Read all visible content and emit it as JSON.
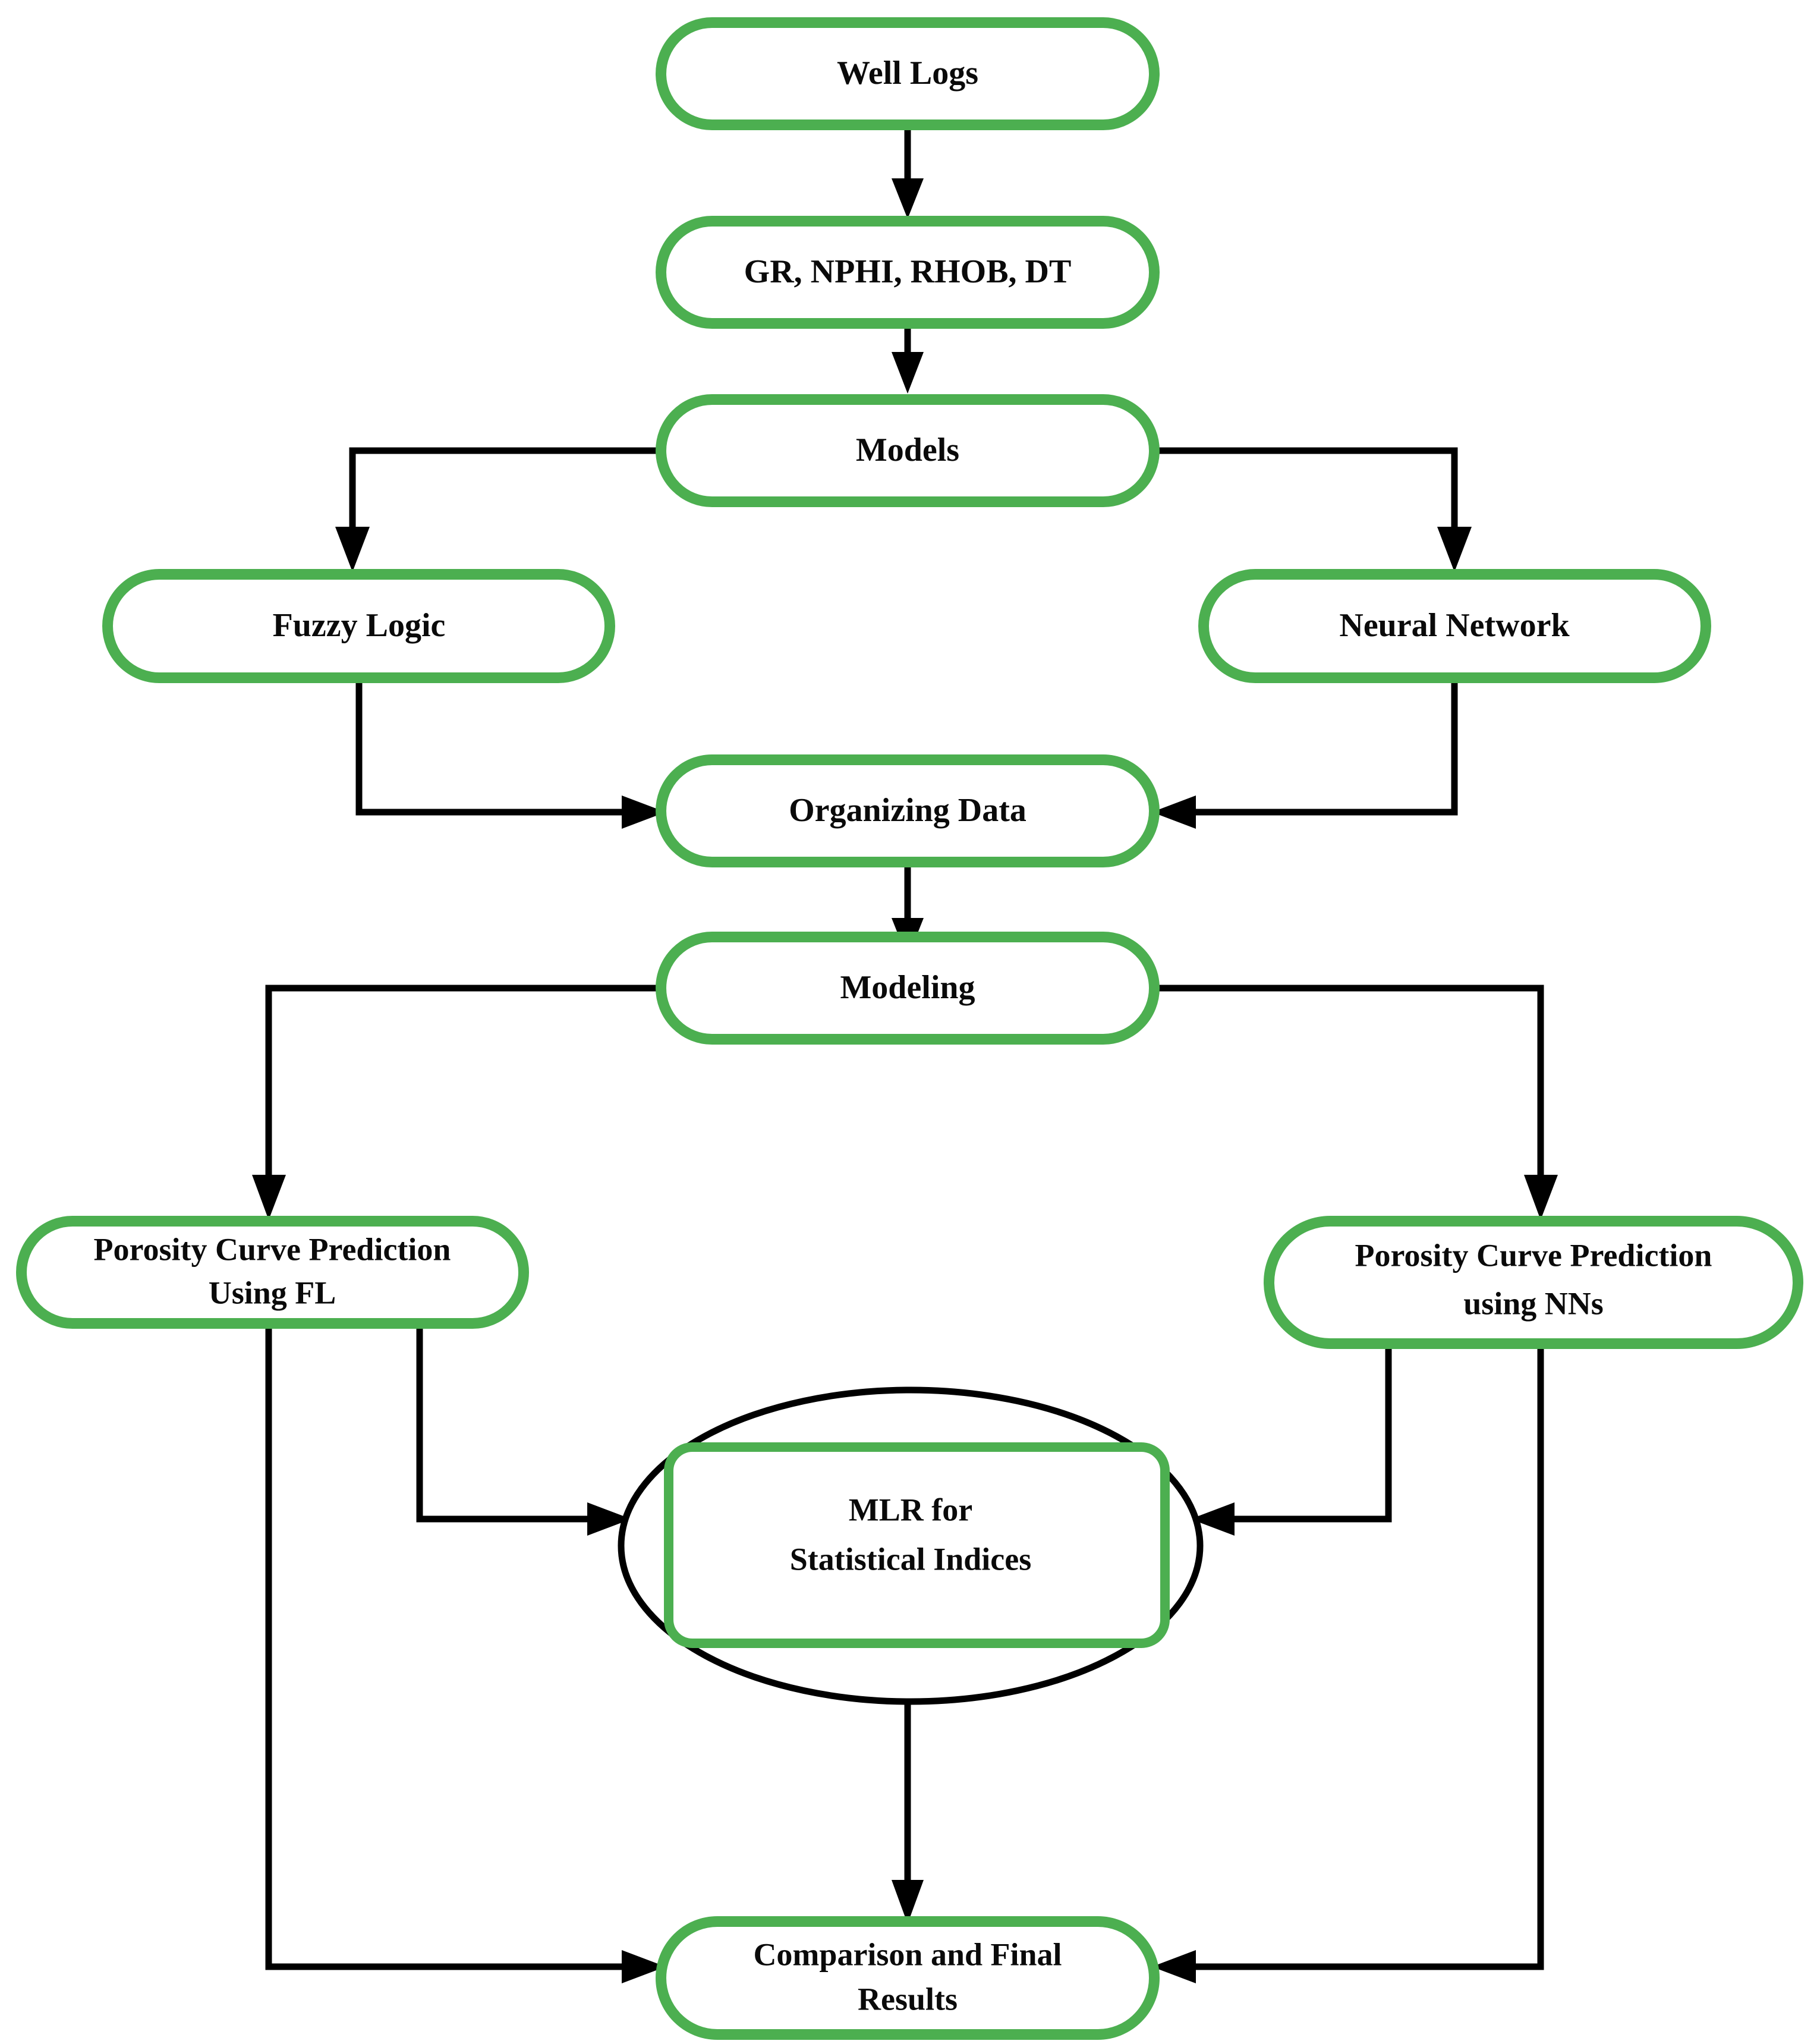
{
  "diagram": {
    "title": "Porosity Prediction Workflow Flowchart",
    "colors": {
      "node_stroke_green": "#4CAF50",
      "node_fill": "#FFFFFF",
      "edge_black": "#000000",
      "ellipse_stroke": "#000000",
      "text": "#0A0A0A",
      "background": "#FFFFFF"
    },
    "nodes": [
      {
        "id": "well-logs",
        "label": "Well Logs",
        "shape": "rounded-rect"
      },
      {
        "id": "curves",
        "label": "GR, NPHI, RHOB, DT",
        "shape": "rounded-rect"
      },
      {
        "id": "models",
        "label": "Models",
        "shape": "rounded-rect"
      },
      {
        "id": "fuzzy-logic",
        "label": "Fuzzy Logic",
        "shape": "rounded-rect"
      },
      {
        "id": "neural-network",
        "label": "Neural Network",
        "shape": "rounded-rect"
      },
      {
        "id": "organizing-data",
        "label": "Organizing Data",
        "shape": "rounded-rect"
      },
      {
        "id": "modeling",
        "label": "Modeling",
        "shape": "rounded-rect"
      },
      {
        "id": "porosity-fl",
        "label": "Porosity Curve Prediction\nUsing FL",
        "line1": "Porosity Curve Prediction",
        "line2": "Using FL",
        "shape": "rounded-rect"
      },
      {
        "id": "porosity-nn",
        "label": "Porosity Curve Prediction\nusing NNs",
        "line1": "Porosity Curve Prediction",
        "line2": "using NNs",
        "shape": "rounded-rect"
      },
      {
        "id": "mlr",
        "label": "MLR for\nStatistical Indices",
        "line1": "MLR for",
        "line2": "Statistical Indices",
        "shape": "ellipse-with-inner-rect"
      },
      {
        "id": "comparison",
        "label": "Comparison and Final\nResults",
        "line1": "Comparison and Final",
        "line2": "Results",
        "shape": "rounded-rect"
      }
    ],
    "edges": [
      {
        "from": "well-logs",
        "to": "curves",
        "style": "straight-down",
        "arrow": "down"
      },
      {
        "from": "curves",
        "to": "models",
        "style": "straight-down",
        "arrow": "down"
      },
      {
        "from": "models",
        "to": "fuzzy-logic",
        "style": "left-elbow-down",
        "arrow": "down"
      },
      {
        "from": "models",
        "to": "neural-network",
        "style": "right-elbow-down",
        "arrow": "down"
      },
      {
        "from": "fuzzy-logic",
        "to": "organizing-data",
        "style": "down-elbow-right",
        "arrow": "right"
      },
      {
        "from": "neural-network",
        "to": "organizing-data",
        "style": "down-elbow-left",
        "arrow": "left"
      },
      {
        "from": "organizing-data",
        "to": "modeling",
        "style": "straight-down",
        "arrow": "down"
      },
      {
        "from": "modeling",
        "to": "porosity-fl",
        "style": "left-elbow-down",
        "arrow": "down"
      },
      {
        "from": "modeling",
        "to": "porosity-nn",
        "style": "right-elbow-down",
        "arrow": "down"
      },
      {
        "from": "porosity-fl",
        "to": "mlr",
        "style": "down-elbow-right",
        "arrow": "right"
      },
      {
        "from": "porosity-nn",
        "to": "mlr",
        "style": "down-elbow-left",
        "arrow": "left"
      },
      {
        "from": "mlr",
        "to": "comparison",
        "style": "straight-down",
        "arrow": "down"
      },
      {
        "from": "porosity-fl",
        "to": "comparison",
        "style": "down-elbow-right",
        "arrow": "right"
      },
      {
        "from": "porosity-nn",
        "to": "comparison",
        "style": "down-elbow-left",
        "arrow": "left"
      }
    ]
  }
}
